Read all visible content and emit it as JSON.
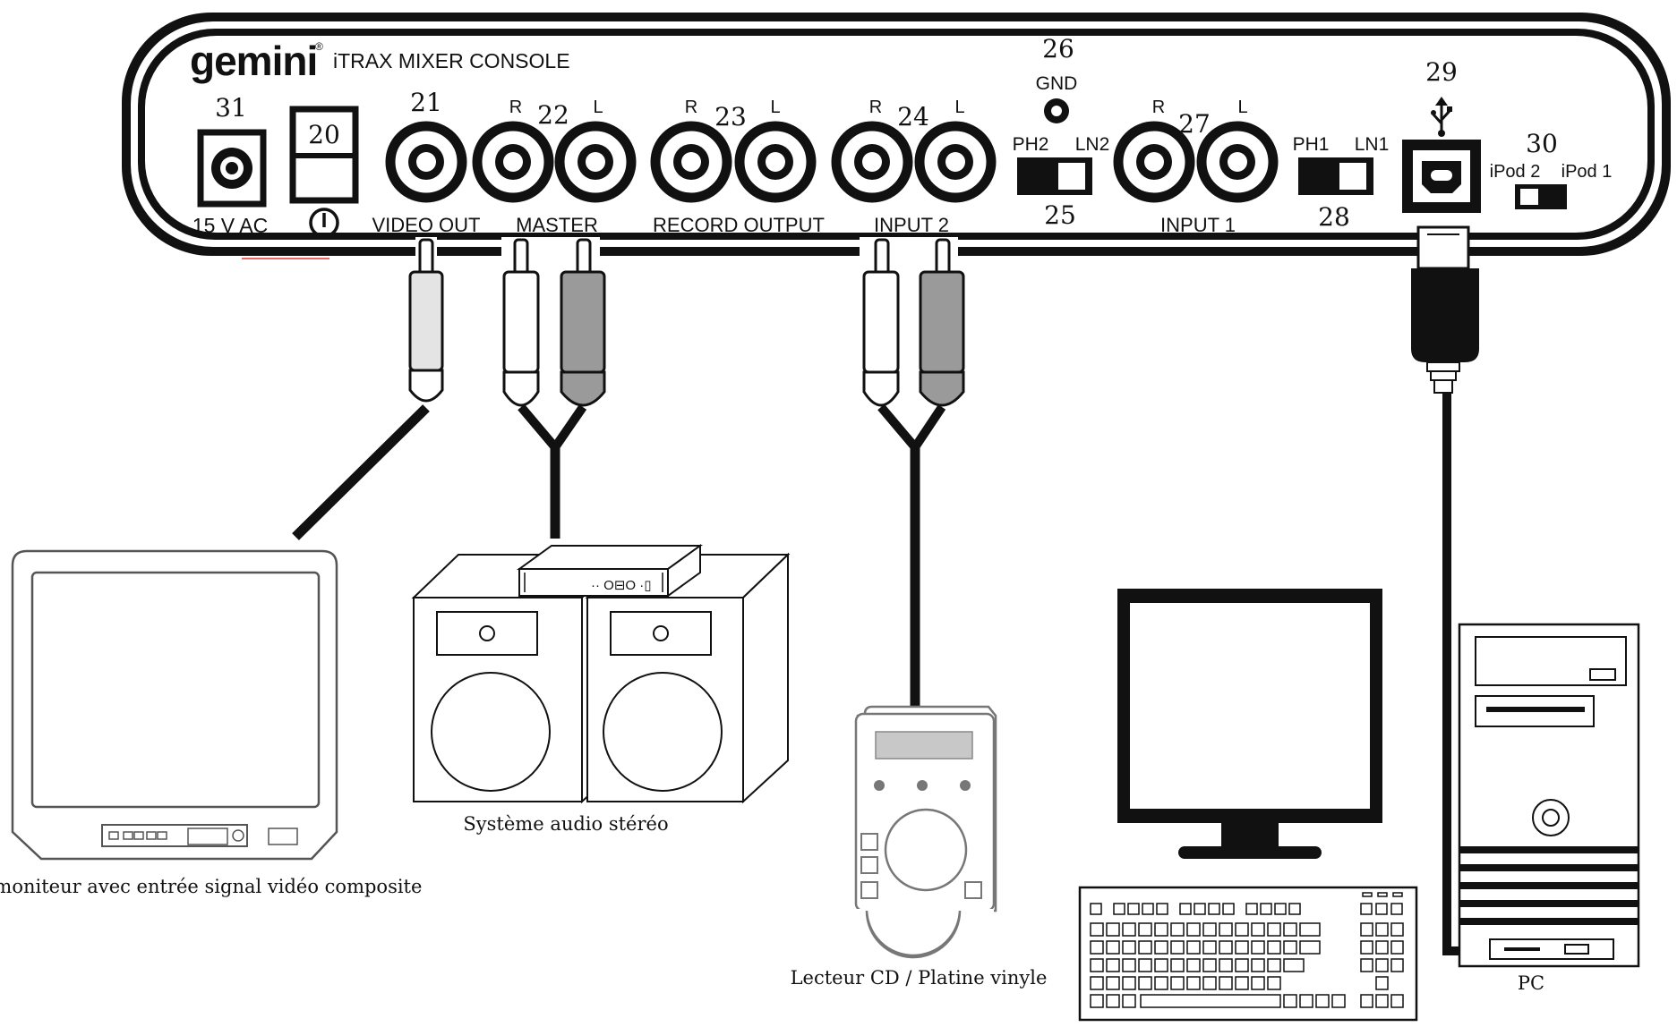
{
  "console": {
    "brand": "gemini",
    "brand_mark": "®",
    "model": "iTRAX MIXER CONSOLE",
    "callouts": {
      "n31": "31",
      "n20": "20",
      "n21": "21",
      "n22": "22",
      "n23": "23",
      "n24": "24",
      "n25": "25",
      "n26": "26",
      "n27": "27",
      "n28": "28",
      "n29": "29",
      "n30": "30"
    },
    "labels": {
      "power": "15 V AC",
      "video_out": "VIDEO OUT",
      "master": "MASTER",
      "record_output": "RECORD OUTPUT",
      "input2": "INPUT 2",
      "input1": "INPUT 1",
      "gnd": "GND",
      "ph2": "PH2",
      "ln2": "LN2",
      "ph1": "PH1",
      "ln1": "LN1",
      "ipod2": "iPod 2",
      "ipod1": "iPod  1",
      "r": "R",
      "l": "L"
    }
  },
  "devices": {
    "tv_caption": "ou moniteur avec entrée signal vidéo composite",
    "stereo_caption": "Système audio stéréo",
    "player_caption": "Lecteur CD / Platine vinyle",
    "pc_caption": "PC",
    "amp_label": "·· O⊟O ·▯"
  },
  "colors": {
    "ink": "#111111",
    "plug_red": "#9a9a9a",
    "plug_white": "#e4e4e4",
    "device_line": "#555555"
  }
}
